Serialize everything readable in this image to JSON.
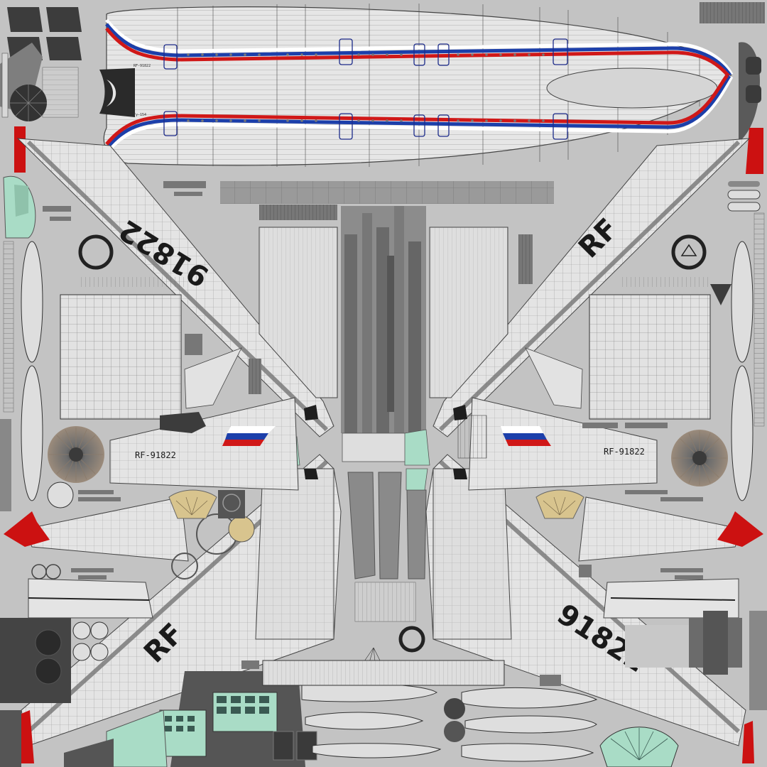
{
  "texture": {
    "registration_number": "91822",
    "country_prefix": "RF",
    "full_registration": "RF-91822",
    "fuselage_note_upper": "RF-91822",
    "fuselage_note_lower": "Ту-154"
  },
  "colors": {
    "skin": "#e4e4e4",
    "background": "#c2c2c2",
    "panel_line": "#4a4a4a",
    "flag_white": "#ffffff",
    "flag_blue": "#1c3faa",
    "flag_red": "#d01818",
    "cockpit_teal": "#a9dcc6",
    "dark_grey": "#555555",
    "tip_red": "#cc1111",
    "cream": "#d8c48e"
  }
}
